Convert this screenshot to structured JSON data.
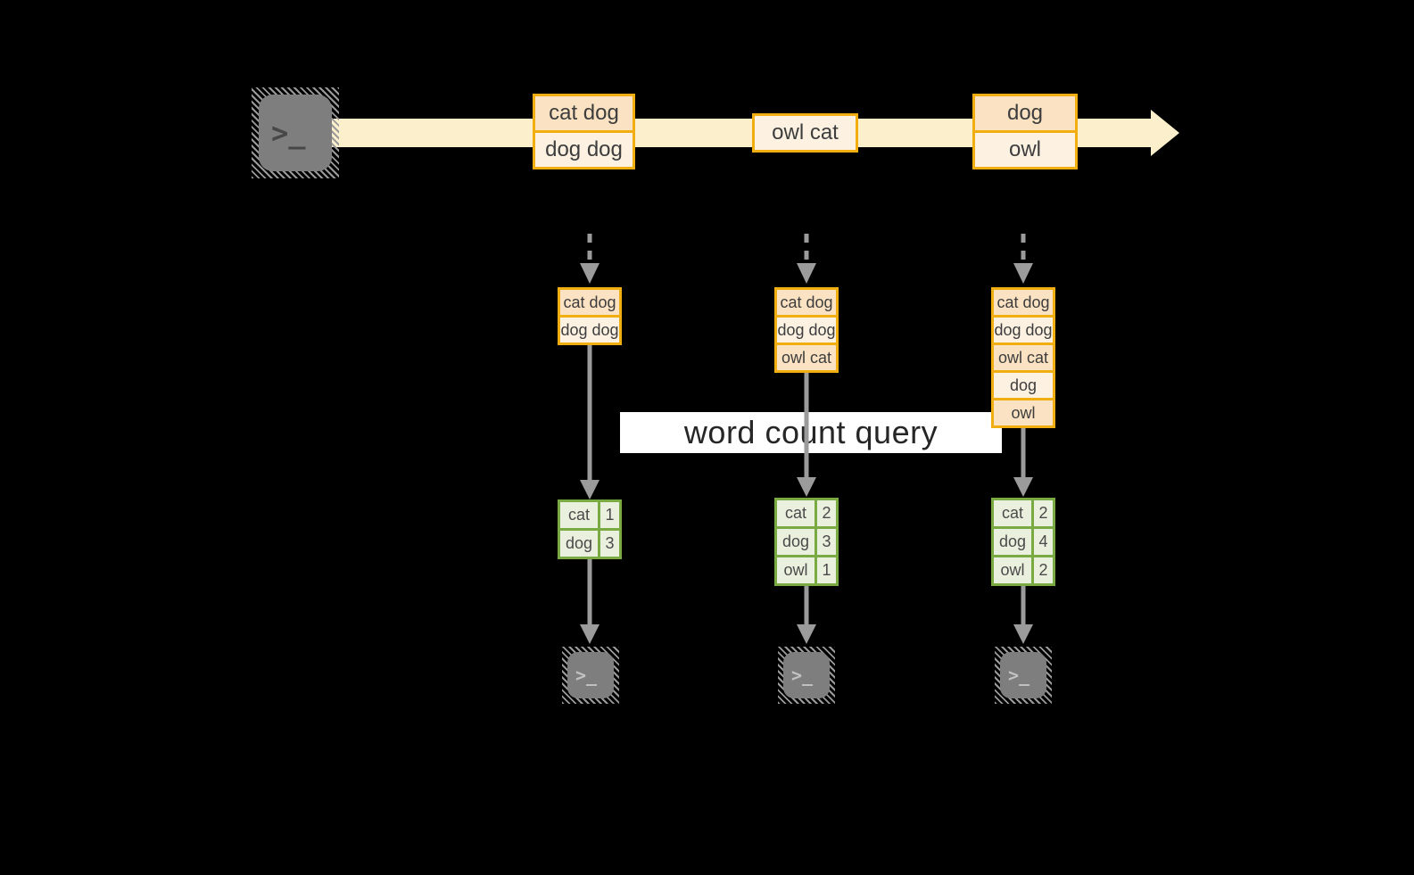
{
  "diagram": {
    "query_label": "word count query",
    "terminal_glyph": ">_",
    "timeline": {
      "batches": [
        {
          "rows": [
            "cat dog",
            "dog dog"
          ]
        },
        {
          "rows": [
            "owl cat"
          ]
        },
        {
          "rows": [
            "dog",
            "owl"
          ]
        }
      ]
    },
    "input_tables": [
      {
        "rows": [
          "cat dog",
          "dog dog"
        ]
      },
      {
        "rows": [
          "cat dog",
          "dog dog",
          "owl cat"
        ]
      },
      {
        "rows": [
          "cat dog",
          "dog dog",
          "owl cat",
          "dog",
          "owl"
        ]
      }
    ],
    "result_tables": [
      {
        "rows": [
          {
            "word": "cat",
            "count": "1"
          },
          {
            "word": "dog",
            "count": "3"
          }
        ]
      },
      {
        "rows": [
          {
            "word": "cat",
            "count": "2"
          },
          {
            "word": "dog",
            "count": "3"
          },
          {
            "word": "owl",
            "count": "1"
          }
        ]
      },
      {
        "rows": [
          {
            "word": "cat",
            "count": "2"
          },
          {
            "word": "dog",
            "count": "4"
          },
          {
            "word": "owl",
            "count": "2"
          }
        ]
      }
    ],
    "colors": {
      "stream_fill": "#fbf0cb",
      "word_box_border": "#f1ae10",
      "word_row_dark": "#fae2c2",
      "word_row_light": "#fdf2e2",
      "result_border": "#7aab43",
      "result_fill": "#eaf0de",
      "arrow_gray": "#9b9b9b",
      "label_bg": "#ffffff",
      "label_text": "#262626",
      "terminal_gray": "#7e7e7e"
    }
  }
}
